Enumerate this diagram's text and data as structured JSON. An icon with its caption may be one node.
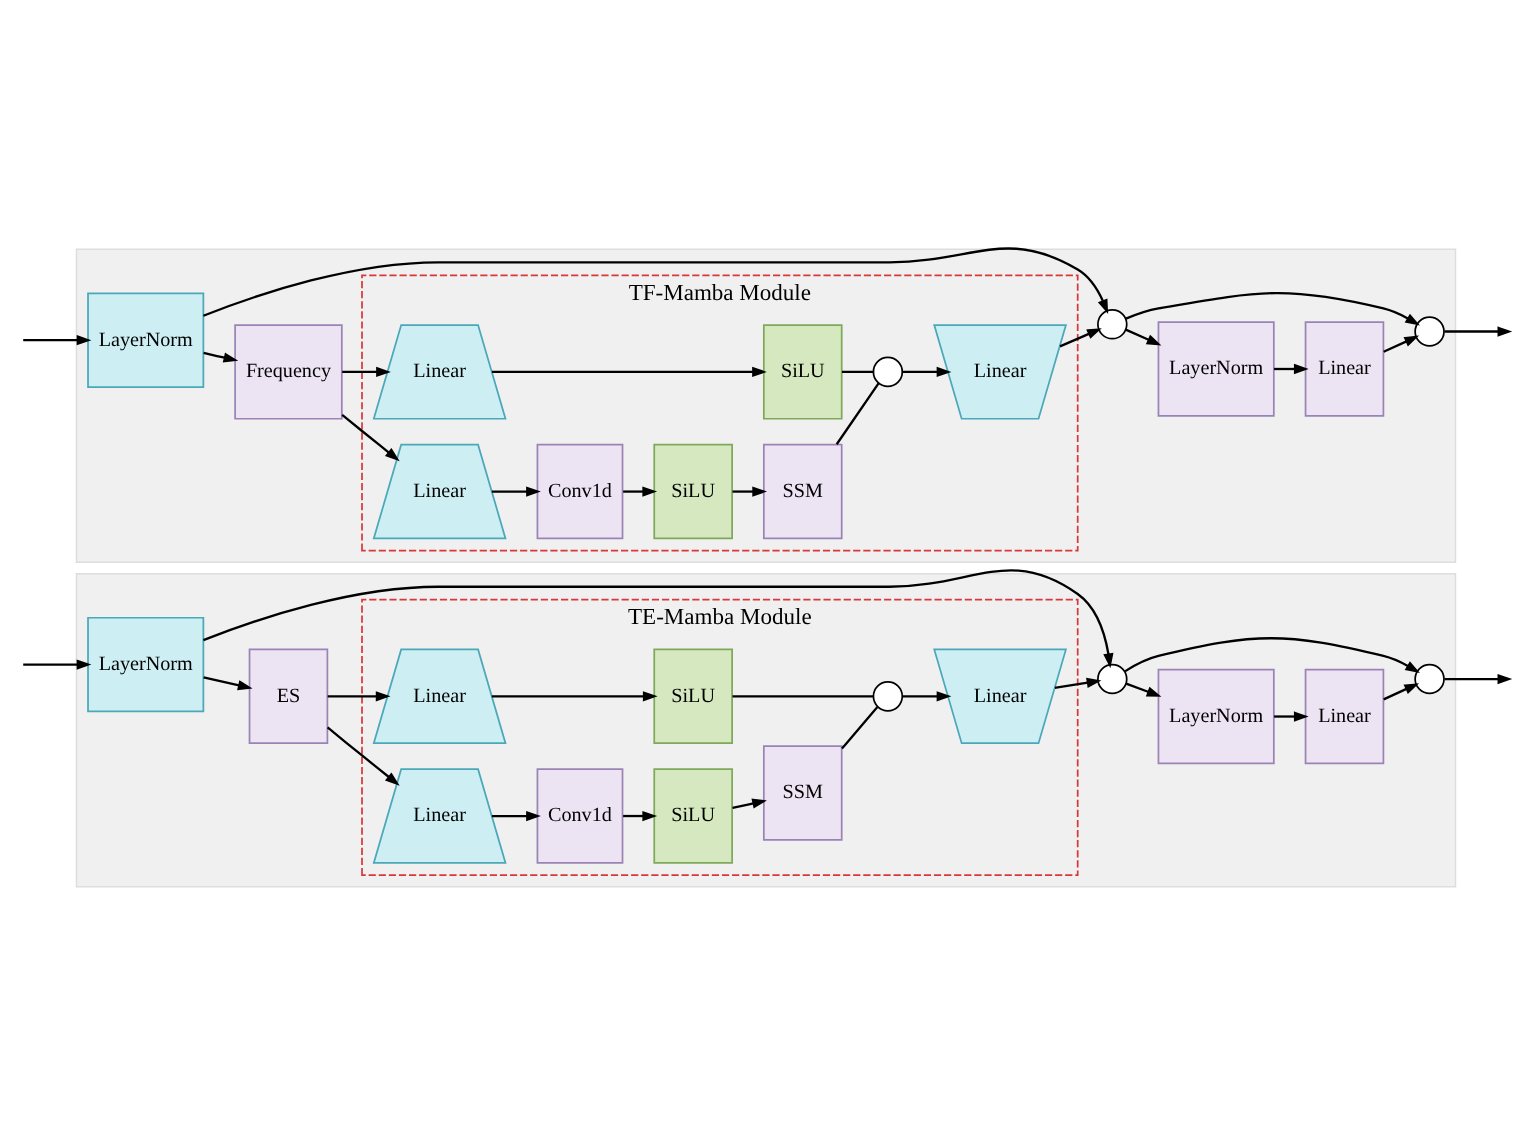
{
  "diagram": {
    "nodes": [
      {
        "text": [],
        "shape": "band"
      },
      {
        "text": [
          "TF-Mamba Module"
        ],
        "in": 0
      },
      {
        "text": [
          "LayerNorm"
        ],
        "in": 0
      },
      {
        "text": [
          "Frequency"
        ],
        "in": 0
      },
      {
        "text": [
          "Linear"
        ],
        "in": 1
      },
      {
        "text": [
          "SiLU"
        ],
        "in": 1
      },
      {
        "text": [
          "Linear"
        ],
        "in": 1
      },
      {
        "text": [
          "Conv1d"
        ],
        "in": 1
      },
      {
        "text": [
          "SiLU"
        ],
        "in": 1
      },
      {
        "text": [
          "SSM"
        ],
        "in": 1
      },
      {
        "text": [],
        "shape": "circle",
        "in": 1
      },
      {
        "text": [
          "Linear"
        ],
        "in": 1
      },
      {
        "text": [],
        "shape": "circle",
        "in": 0
      },
      {
        "text": [
          "LayerNorm"
        ],
        "in": 0
      },
      {
        "text": [
          "Linear"
        ],
        "in": 0
      },
      {
        "text": [],
        "shape": "circle",
        "in": 0
      },
      {
        "text": [],
        "shape": "band"
      },
      {
        "text": [
          "TE-Mamba Module"
        ],
        "in": 16
      },
      {
        "text": [
          "LayerNorm"
        ],
        "in": 16
      },
      {
        "text": [
          "ES"
        ],
        "in": 16
      },
      {
        "text": [
          "Linear"
        ],
        "in": 17
      },
      {
        "text": [
          "SiLU"
        ],
        "in": 17
      },
      {
        "text": [
          "Linear"
        ],
        "in": 17
      },
      {
        "text": [
          "Conv1d"
        ],
        "in": 17
      },
      {
        "text": [
          "SiLU"
        ],
        "in": 17
      },
      {
        "text": [
          "SSM"
        ],
        "in": 17
      },
      {
        "text": [],
        "shape": "circle",
        "in": 17
      },
      {
        "text": [
          "Linear"
        ],
        "in": 17
      },
      {
        "text": [],
        "shape": "circle",
        "in": 16
      },
      {
        "text": [
          "LayerNorm"
        ],
        "in": 16
      },
      {
        "text": [
          "Linear"
        ],
        "in": 16
      },
      {
        "text": [],
        "shape": "circle",
        "in": 16
      }
    ],
    "edges": [
      {
        "from": null,
        "to": 2,
        "arrow": "to"
      },
      {
        "from": 2,
        "to": 3,
        "arrow": "to"
      },
      {
        "from": 2,
        "to": 12,
        "arrow": "to"
      },
      {
        "from": 3,
        "to": 4,
        "arrow": "to"
      },
      {
        "from": 3,
        "to": 6,
        "arrow": "to"
      },
      {
        "from": 4,
        "to": 5,
        "arrow": "to"
      },
      {
        "from": 6,
        "to": 7,
        "arrow": "to"
      },
      {
        "from": 7,
        "to": 8,
        "arrow": "to"
      },
      {
        "from": 8,
        "to": 9,
        "arrow": "to"
      },
      {
        "from": 5,
        "to": 10,
        "arrow": "none"
      },
      {
        "from": 9,
        "to": 10,
        "arrow": "none"
      },
      {
        "from": 10,
        "to": 11,
        "arrow": "to"
      },
      {
        "from": 11,
        "to": 12,
        "arrow": "to"
      },
      {
        "from": 12,
        "to": 13,
        "arrow": "to"
      },
      {
        "from": 13,
        "to": 14,
        "arrow": "to"
      },
      {
        "from": 14,
        "to": 15,
        "arrow": "to"
      },
      {
        "from": 12,
        "to": 15,
        "arrow": "to"
      },
      {
        "from": 15,
        "to": null,
        "arrow": "to"
      },
      {
        "from": null,
        "to": 18,
        "arrow": "to"
      },
      {
        "from": 18,
        "to": 19,
        "arrow": "to"
      },
      {
        "from": 18,
        "to": 28,
        "arrow": "to"
      },
      {
        "from": 19,
        "to": 20,
        "arrow": "to"
      },
      {
        "from": 19,
        "to": 22,
        "arrow": "to"
      },
      {
        "from": 20,
        "to": 21,
        "arrow": "to"
      },
      {
        "from": 22,
        "to": 23,
        "arrow": "to"
      },
      {
        "from": 23,
        "to": 24,
        "arrow": "to"
      },
      {
        "from": 24,
        "to": 25,
        "arrow": "to"
      },
      {
        "from": 21,
        "to": 26,
        "arrow": "none"
      },
      {
        "from": 25,
        "to": 26,
        "arrow": "none"
      },
      {
        "from": 26,
        "to": 27,
        "arrow": "to"
      },
      {
        "from": 27,
        "to": 28,
        "arrow": "to"
      },
      {
        "from": 28,
        "to": 29,
        "arrow": "to"
      },
      {
        "from": 29,
        "to": 30,
        "arrow": "to"
      },
      {
        "from": 30,
        "to": 31,
        "arrow": "to"
      },
      {
        "from": 28,
        "to": 31,
        "arrow": "to"
      },
      {
        "from": 31,
        "to": null,
        "arrow": "to"
      }
    ]
  }
}
